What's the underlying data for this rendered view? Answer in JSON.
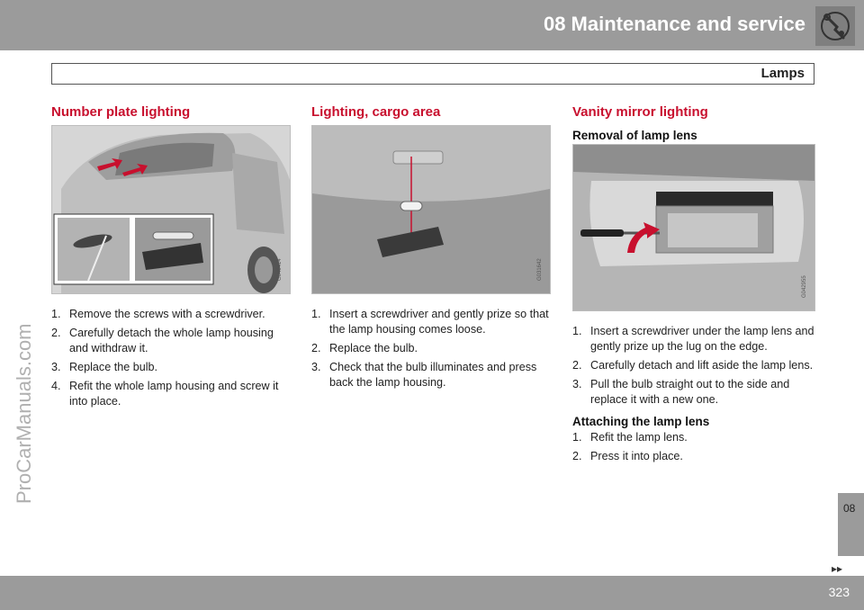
{
  "header": {
    "title": "08 Maintenance and service",
    "icon": "wrench-icon"
  },
  "subheader": {
    "title": "Lamps"
  },
  "watermark": "ProCarManuals.com",
  "sections": {
    "number_plate": {
      "title": "Number plate lighting",
      "figure_code": "G040414",
      "steps": [
        "Remove the screws with a screwdriver.",
        "Carefully detach the whole lamp housing and withdraw it.",
        "Replace the bulb.",
        "Refit the whole lamp housing and screw it into place."
      ]
    },
    "cargo": {
      "title": "Lighting, cargo area",
      "figure_code": "G031642",
      "steps": [
        "Insert a screwdriver and gently prize so that the lamp housing comes loose.",
        "Replace the bulb.",
        "Check that the bulb illuminates and press back the lamp housing."
      ]
    },
    "vanity": {
      "title": "Vanity mirror lighting",
      "removal_title": "Removal of lamp lens",
      "figure_code": "G042955",
      "removal_steps": [
        "Insert a screwdriver under the lamp lens and gently prize up the lug on the edge.",
        "Carefully detach and lift aside the lamp lens.",
        "Pull the bulb straight out to the side and replace it with a new one."
      ],
      "attach_title": "Attaching the lamp lens",
      "attach_steps": [
        "Refit the lamp lens.",
        "Press it into place."
      ]
    }
  },
  "side_tab": "08",
  "nav_arrows": "▸▸",
  "page_number": "323",
  "colors": {
    "bars": "#9b9b9b",
    "heading": "#c8102e"
  }
}
